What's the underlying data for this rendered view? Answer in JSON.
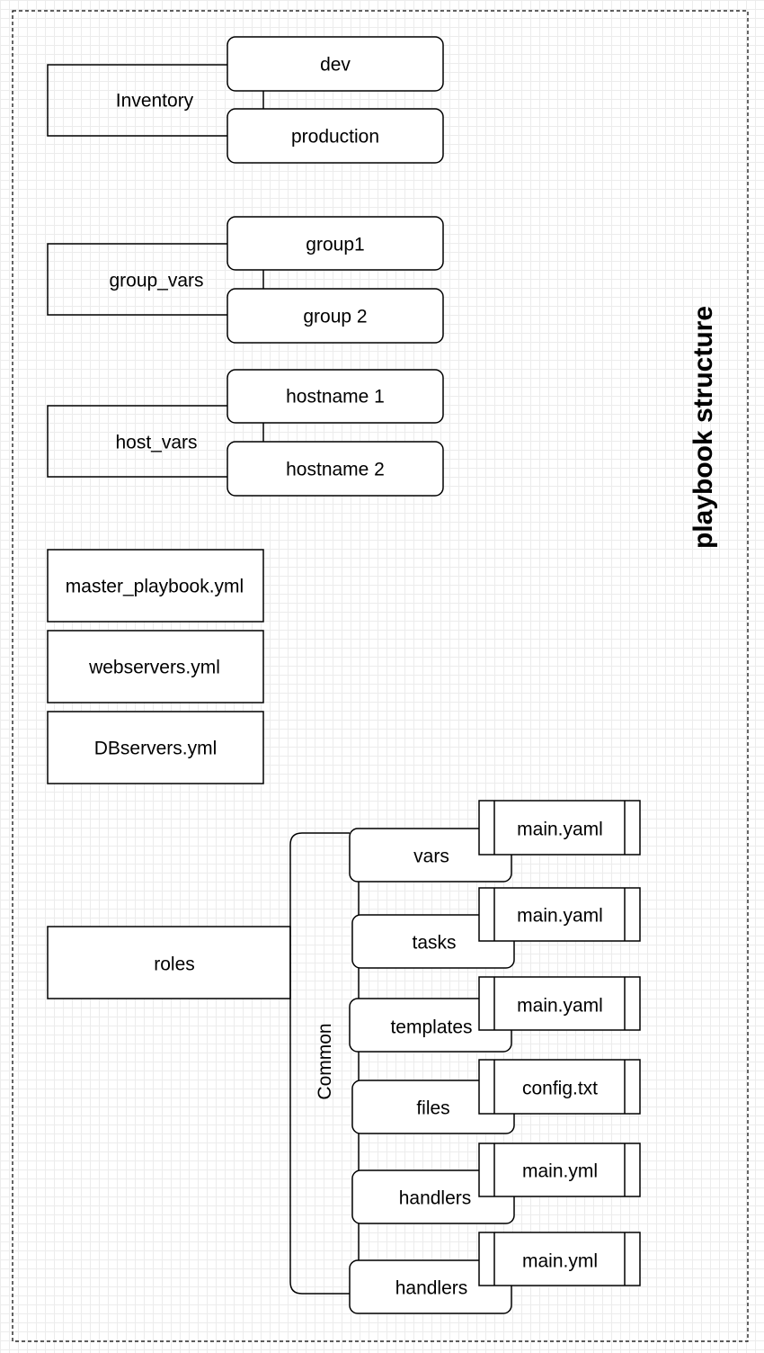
{
  "title": "playbook structure",
  "inventory": {
    "label": "Inventory",
    "items": [
      "dev",
      "production"
    ]
  },
  "group_vars": {
    "label": "group_vars",
    "items": [
      "group1",
      "group 2"
    ]
  },
  "host_vars": {
    "label": "host_vars",
    "items": [
      "hostname 1",
      "hostname 2"
    ]
  },
  "playbooks": [
    "master_playbook.yml",
    "webservers.yml",
    "DBservers.yml"
  ],
  "roles": {
    "label": "roles",
    "role_name": "Common",
    "dirs": [
      {
        "name": "vars",
        "file": "main.yaml"
      },
      {
        "name": "tasks",
        "file": "main.yaml"
      },
      {
        "name": "templates",
        "file": "main.yaml"
      },
      {
        "name": "files",
        "file": "config.txt"
      },
      {
        "name": "handlers",
        "file": "main.yml"
      },
      {
        "name": "handlers",
        "file": "main.yml"
      }
    ]
  }
}
